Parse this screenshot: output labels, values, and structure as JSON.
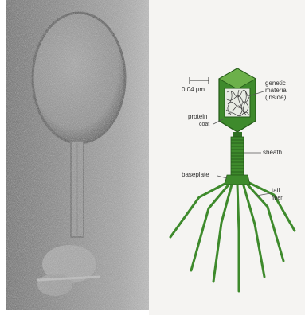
{
  "figure": {
    "scale_bar": {
      "label": "0.04 µm"
    },
    "labels": {
      "genetic": [
        "genetic",
        "material",
        "(inside)"
      ],
      "protein": "protein",
      "coat": "coat",
      "sheath": "sheath",
      "baseplate": "baseplate",
      "tail": "tail",
      "fiber": "fiber"
    },
    "colors": {
      "virus_green": "#3e8a2c",
      "virus_dark": "#245a18",
      "virus_light": "#6cb04a",
      "micrograph_gray": "#8a8a8a"
    }
  }
}
